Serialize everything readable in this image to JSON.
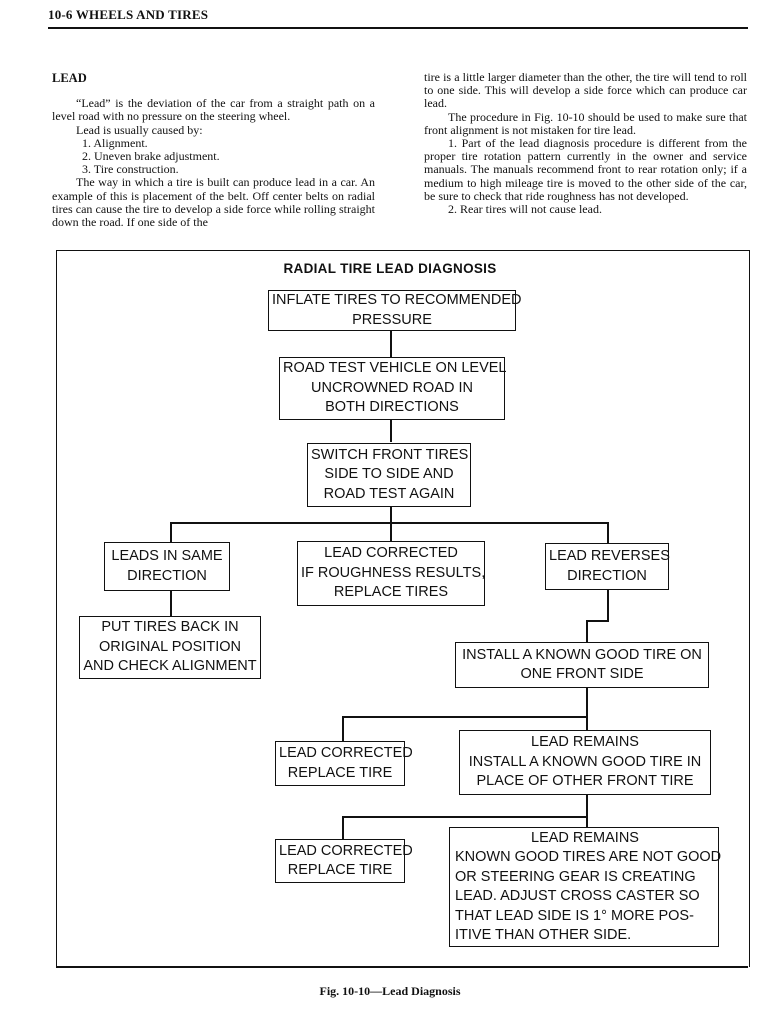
{
  "header": {
    "page_label": "10-6  WHEELS AND TIRES"
  },
  "left_column": {
    "heading": "LEAD",
    "para1": "“Lead” is the deviation of the car from a straight path on a level road with no pressure on the steering wheel.",
    "para2": "Lead is usually caused by:",
    "items": [
      "1. Alignment.",
      "2. Uneven brake adjustment.",
      "3. Tire construction."
    ],
    "para3": "The way in which a tire is built can produce lead in a car. An example of this is placement of the belt. Off center belts on radial tires can cause the tire to develop a side force while rolling straight down the road. If one side of the"
  },
  "right_column": {
    "para1": "tire is a little larger diameter than the other, the tire will tend to roll to one side. This will develop a side force which can produce car lead.",
    "para2": "The procedure in Fig. 10-10 should be used to make sure that front alignment is not mistaken for tire lead.",
    "para3": "1. Part of the lead diagnosis procedure is different from the proper tire rotation pattern currently in the owner and service manuals. The manuals recommend front to rear rotation only; if a medium to high mileage tire is moved to the other side of the car, be sure to check that ride roughness has not developed.",
    "para4": "2. Rear tires will not cause lead."
  },
  "figure": {
    "title": "RADIAL TIRE LEAD DIAGNOSIS",
    "boxes": {
      "inflate": [
        "INFLATE TIRES TO RECOMMENDED",
        "PRESSURE"
      ],
      "road_test": [
        "ROAD TEST VEHICLE ON LEVEL",
        "UNCROWNED ROAD IN",
        "BOTH DIRECTIONS"
      ],
      "switch": [
        "SWITCH FRONT TIRES",
        "SIDE TO SIDE AND",
        "ROAD TEST AGAIN"
      ],
      "leads_same": [
        "LEADS IN SAME",
        "DIRECTION"
      ],
      "lead_corrected_roughness": [
        "LEAD CORRECTED",
        "IF ROUGHNESS RESULTS,",
        "REPLACE TIRES"
      ],
      "lead_reverses": [
        "LEAD REVERSES",
        "DIRECTION"
      ],
      "put_back": [
        "PUT TIRES BACK IN",
        "ORIGINAL POSITION",
        "AND CHECK ALIGNMENT"
      ],
      "install_known": [
        "INSTALL A KNOWN GOOD TIRE ON",
        "ONE FRONT SIDE"
      ],
      "lead_corrected_1": [
        "LEAD CORRECTED",
        "REPLACE TIRE"
      ],
      "lead_remains_1": [
        "LEAD REMAINS",
        "INSTALL A KNOWN GOOD TIRE IN",
        "PLACE OF OTHER FRONT TIRE"
      ],
      "lead_corrected_2": [
        "LEAD CORRECTED",
        "REPLACE TIRE"
      ],
      "lead_remains_2": [
        "LEAD REMAINS",
        "KNOWN GOOD TIRES ARE NOT GOOD",
        "OR STEERING GEAR IS CREATING",
        "LEAD.  ADJUST CROSS CASTER SO",
        "THAT LEAD SIDE IS 1° MORE POS-",
        "ITIVE THAN OTHER SIDE."
      ]
    },
    "caption": "Fig. 10-10—Lead Diagnosis"
  }
}
